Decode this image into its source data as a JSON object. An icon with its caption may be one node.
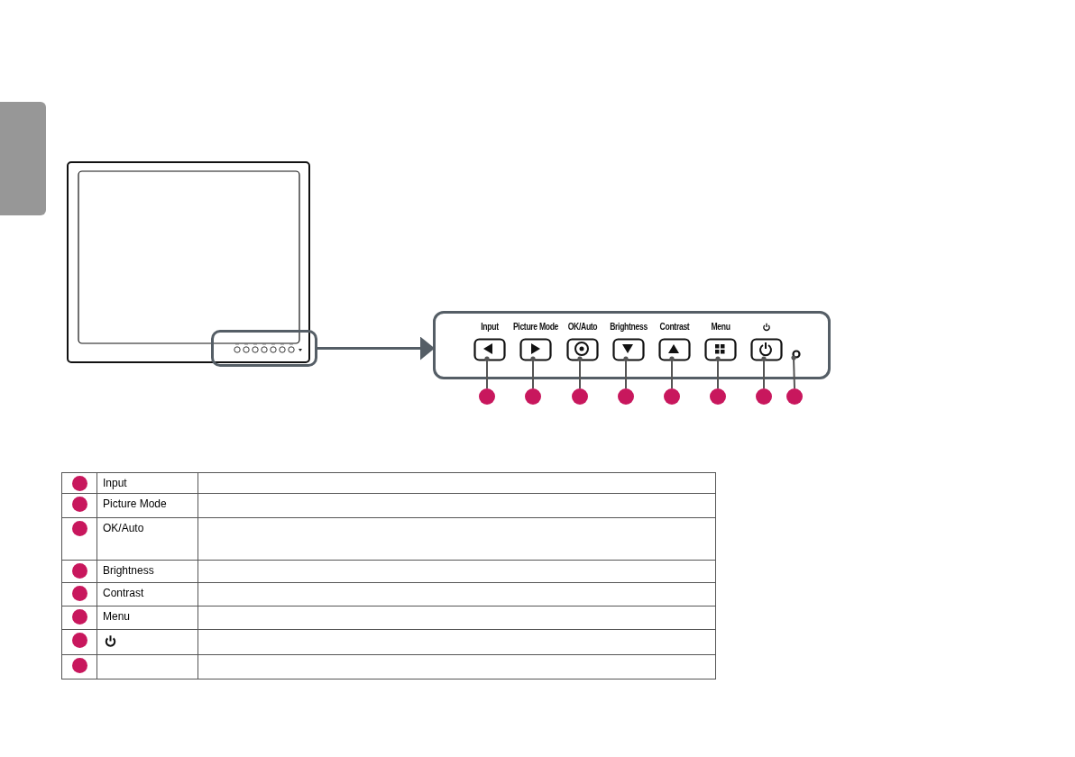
{
  "diagram": {
    "nodes": [
      {
        "text": [],
        "shape": "box"
      },
      {
        "text": [],
        "shape": "box"
      },
      {
        "text": [
          "Input"
        ],
        "in": 1
      },
      {
        "text": [
          "Picture Mode"
        ],
        "in": 1
      },
      {
        "text": [
          "OK/Auto"
        ],
        "in": 1
      },
      {
        "text": [
          "Brightness"
        ],
        "in": 1
      },
      {
        "text": [
          "Contrast"
        ],
        "in": 1
      },
      {
        "text": [
          "Menu"
        ],
        "in": 1
      },
      {
        "text": [],
        "shape": "box",
        "in": 1
      },
      {
        "text": [],
        "shape": "circle",
        "in": 1
      },
      {
        "text": [],
        "shape": "circle"
      },
      {
        "text": [],
        "shape": "circle"
      },
      {
        "text": [],
        "shape": "circle"
      },
      {
        "text": [],
        "shape": "circle"
      },
      {
        "text": [],
        "shape": "circle"
      },
      {
        "text": [],
        "shape": "circle"
      },
      {
        "text": [],
        "shape": "circle"
      },
      {
        "text": [],
        "shape": "circle"
      },
      {
        "text": [],
        "shape": "box"
      },
      {
        "text": [],
        "shape": "circle"
      },
      {
        "text": [],
        "shape": "circle"
      },
      {
        "text": [],
        "shape": "circle"
      },
      {
        "text": [],
        "shape": "circle"
      },
      {
        "text": [],
        "shape": "circle"
      },
      {
        "text": [],
        "shape": "circle"
      },
      {
        "text": [],
        "shape": "circle"
      },
      {
        "text": [],
        "shape": "circle"
      }
    ],
    "edges": [
      {
        "from": 0,
        "to": 1,
        "arrow": "to"
      },
      {
        "from": 10,
        "to": 2,
        "arrow": "other"
      },
      {
        "from": 11,
        "to": 3,
        "arrow": "other"
      },
      {
        "from": 12,
        "to": 4,
        "arrow": "other"
      },
      {
        "from": 13,
        "to": 5,
        "arrow": "other"
      },
      {
        "from": 14,
        "to": 6,
        "arrow": "other"
      },
      {
        "from": 15,
        "to": 7,
        "arrow": "other"
      },
      {
        "from": 16,
        "to": 8,
        "arrow": "other"
      },
      {
        "from": 17,
        "to": 9,
        "arrow": "other"
      }
    ],
    "labels": [
      "Input",
      "Picture Mode",
      "OK/Auto",
      "Brightness",
      "Contrast",
      "Menu"
    ]
  }
}
